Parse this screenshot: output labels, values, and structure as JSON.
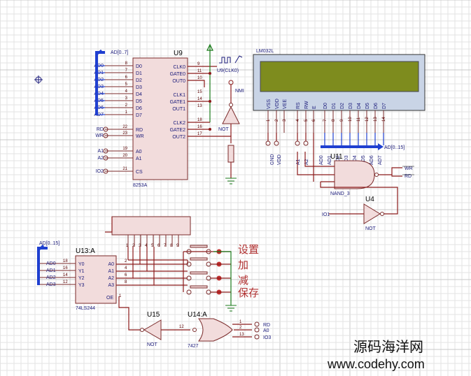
{
  "grid": {
    "minor": 10,
    "major": 100
  },
  "buses": {
    "ad_0_7": "AD[0..7]",
    "ad_0_15_top": "AD[0..15]",
    "ad_0_15_left": "AD[0..15]"
  },
  "u9": {
    "ref": "U9",
    "part": "8253A",
    "left_pins": [
      {
        "num": "8",
        "name": "D0",
        "net": "AD0"
      },
      {
        "num": "7",
        "name": "D1",
        "net": "AD1"
      },
      {
        "num": "6",
        "name": "D2",
        "net": "AD2"
      },
      {
        "num": "5",
        "name": "D3",
        "net": "AD3"
      },
      {
        "num": "4",
        "name": "D4",
        "net": "AD4"
      },
      {
        "num": "3",
        "name": "D5",
        "net": "AD5"
      },
      {
        "num": "2",
        "name": "D6",
        "net": "AD6"
      },
      {
        "num": "1",
        "name": "D7",
        "net": "AD7"
      },
      {
        "num": "22",
        "name": "RD",
        "net": "RD"
      },
      {
        "num": "23",
        "name": "WR",
        "net": "WR"
      },
      {
        "num": "19",
        "name": "A0",
        "net": "A1"
      },
      {
        "num": "20",
        "name": "A1",
        "net": "A2"
      },
      {
        "num": "21",
        "name": "CS",
        "net": "IO2"
      }
    ],
    "right_pins": [
      {
        "num": "9",
        "name": "CLK0"
      },
      {
        "num": "11",
        "name": "GATE0"
      },
      {
        "num": "10",
        "name": "OUT0"
      },
      {
        "num": "15",
        "name": "CLK1"
      },
      {
        "num": "14",
        "name": "GATE1"
      },
      {
        "num": "13",
        "name": "OUT1"
      },
      {
        "num": "18",
        "name": "CLK2"
      },
      {
        "num": "16",
        "name": "GATE2"
      },
      {
        "num": "17",
        "name": "OUT2"
      }
    ]
  },
  "clock_label": "U9(CLK0)",
  "nmi_label": "NMI",
  "not_label": "NOT",
  "lcd": {
    "title": "LM032L",
    "pins": [
      "VSS",
      "VDD",
      "VEE",
      "RS",
      "RW",
      "E",
      "D0",
      "D1",
      "D2",
      "D3",
      "D4",
      "D5",
      "D6",
      "D7"
    ],
    "nums": [
      "1",
      "2",
      "3",
      "4",
      "5",
      "6",
      "7",
      "8",
      "9",
      "10",
      "11",
      "12",
      "13",
      "14"
    ],
    "bottom_nets": [
      "GND",
      "VDD",
      "A1",
      "A2",
      "AD0",
      "AD1",
      "AD2",
      "AD3",
      "AD4",
      "AD5",
      "AD6",
      "AD7"
    ]
  },
  "u11": {
    "ref": "U11",
    "part": "NAND_3",
    "out1": "WR",
    "out2": "RD"
  },
  "u4": {
    "ref": "U4",
    "part": "NOT",
    "input": "IO1"
  },
  "u13": {
    "ref": "U13:A",
    "part": "74LS244",
    "left": [
      {
        "net": "AD0",
        "num": "18",
        "pin": "Y0"
      },
      {
        "net": "AD1",
        "num": "16",
        "pin": "Y1"
      },
      {
        "net": "AD2",
        "num": "14",
        "pin": "Y2"
      },
      {
        "net": "AD3",
        "num": "12",
        "pin": "Y3"
      }
    ],
    "right": [
      {
        "num": "2",
        "pin": "A0"
      },
      {
        "num": "4",
        "pin": "A1"
      },
      {
        "num": "6",
        "pin": "A2"
      },
      {
        "num": "8",
        "pin": "A3"
      }
    ],
    "oe_num": "1",
    "oe": "OE"
  },
  "connector_pins": [
    "1",
    "2",
    "3",
    "4",
    "5",
    "6",
    "7",
    "8",
    "9"
  ],
  "keys": [
    "设置",
    "加",
    "减",
    "保存"
  ],
  "u15": {
    "ref": "U15",
    "part": "NOT"
  },
  "u14": {
    "ref": "U14:A",
    "part": "7427",
    "inputs": [
      {
        "num": "1",
        "net": "RD"
      },
      {
        "num": "2",
        "net": "A0"
      },
      {
        "num": "13",
        "net": "IO3"
      }
    ],
    "out_num": "12"
  },
  "watermark": {
    "cn": "源码海洋网",
    "url": "www.codehy.com"
  }
}
